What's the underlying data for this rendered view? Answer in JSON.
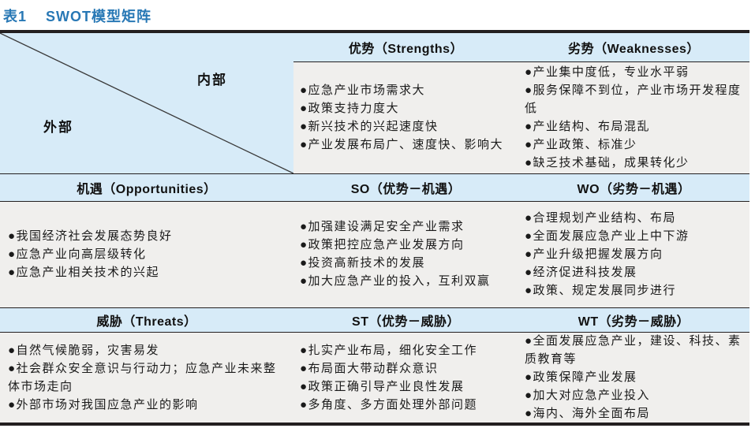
{
  "title": {
    "label": "表1",
    "text": "SWOT模型矩阵"
  },
  "colors": {
    "accent_blue": "#2878b5",
    "band_blue": "#d7ebf8",
    "cell_gray": "#f0efed",
    "rule_black": "#231f20"
  },
  "matrix": {
    "corner": {
      "internal": "内部",
      "external": "外部"
    },
    "col_headers": {
      "strengths": "优势（Strengths）",
      "weaknesses": "劣势（Weaknesses）"
    },
    "row_headers": {
      "opportunities": "机遇（Opportunities）",
      "threats": "威胁（Threats）"
    },
    "combo_headers": {
      "so": "SO（优势－机遇）",
      "wo": "WO（劣势－机遇）",
      "st": "ST（优势－威胁）",
      "wt": "WT（劣势－威胁）"
    },
    "cells": {
      "strengths": {
        "items": [
          "●应急产业市场需求大",
          "●政策支持力度大",
          "●新兴技术的兴起速度快",
          "●产业发展布局广、速度快、影响大"
        ]
      },
      "weaknesses": {
        "items": [
          "●产业集中度低，专业水平弱",
          "●服务保障不到位，产业市场开发程度低",
          "●产业结构、布局混乱",
          "●产业政策、标准少",
          "●缺乏技术基础，成果转化少"
        ]
      },
      "opportunities": {
        "items": [
          "●我国经济社会发展态势良好",
          "●应急产业向高层级转化",
          "●应急产业相关技术的兴起"
        ]
      },
      "so": {
        "items": [
          "●加强建设满足安全产业需求",
          "●政策把控应急产业发展方向",
          "●投资高新技术的发展",
          "●加大应急产业的投入，互利双赢"
        ]
      },
      "wo": {
        "items": [
          "●合理规划产业结构、布局",
          "●全面发展应急产业上中下游",
          "●产业升级把握发展方向",
          "●经济促进科技发展",
          "●政策、规定发展同步进行"
        ]
      },
      "threats": {
        "items": [
          "●自然气候脆弱，灾害易发",
          "●社会群众安全意识与行动力；应急产业未来整体市场走向",
          "●外部市场对我国应急产业的影响"
        ]
      },
      "st": {
        "items": [
          "●扎实产业布局，细化安全工作",
          "●布局面大带动群众意识",
          "●政策正确引导产业良性发展",
          "●多角度、多方面处理外部问题"
        ]
      },
      "wt": {
        "items": [
          "●全面发展应急产业，建设、科技、素质教育等",
          "●政策保障产业发展",
          "●加大对应急产业投入",
          "●海内、海外全面布局"
        ]
      }
    }
  }
}
